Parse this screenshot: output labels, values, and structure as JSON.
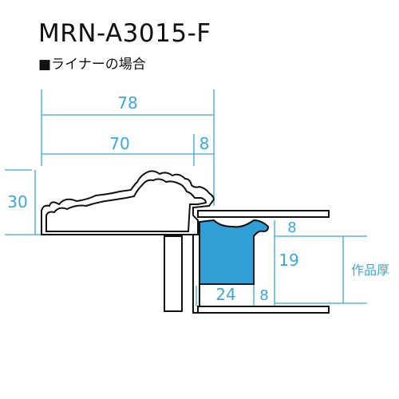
{
  "header": {
    "title": "MRN-A3015-F",
    "subtitle": "■ライナーの場合"
  },
  "dimensions": {
    "overall_width": "78",
    "frame_width": "70",
    "liner_lip": "8",
    "frame_height": "30",
    "liner_top_lip": "8",
    "liner_depth": "19",
    "liner_width": "24",
    "liner_bottom_lip": "8",
    "artwork_label": "作品厚"
  },
  "colors": {
    "dimension_line": "#3aa8d8",
    "liner_fill": "#2f9fd6",
    "outline": "#111111"
  }
}
